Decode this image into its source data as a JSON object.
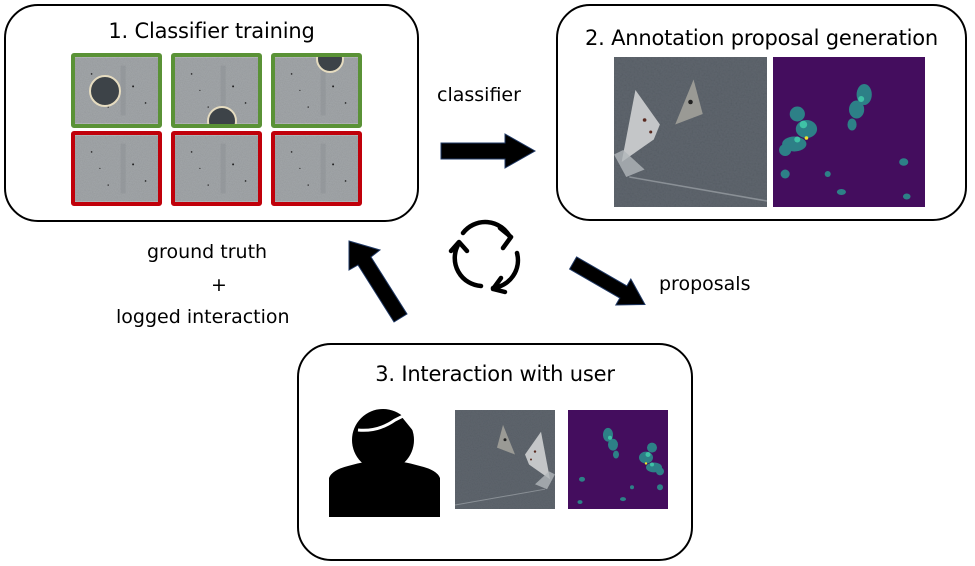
{
  "boxes": {
    "training": {
      "title": "1. Classifier training"
    },
    "proposal": {
      "title": "2. Annotation proposal generation"
    },
    "interaction": {
      "title": "3. Interaction with user"
    }
  },
  "edges": {
    "classifier": {
      "label": "classifier"
    },
    "proposals": {
      "label": "proposals"
    },
    "feedback": {
      "line1": "ground truth",
      "line2": "+",
      "line3": "logged interaction"
    }
  },
  "training_tiles": {
    "positive_color": "#5a9236",
    "negative_color": "#c0000a",
    "positive": [
      {
        "content": "concrete-with-circular-defect"
      },
      {
        "content": "concrete-with-circular-defect"
      },
      {
        "content": "concrete-with-circular-defect"
      }
    ],
    "negative": [
      {
        "content": "plain-concrete"
      },
      {
        "content": "plain-concrete"
      },
      {
        "content": "plain-concrete"
      }
    ]
  },
  "images": {
    "photo": "concrete-surface-with-spalling",
    "heatmap": "viridis-probability-heatmap"
  },
  "colors": {
    "heatmap_bg": "#440d5e",
    "heatmap_mid": "#2a9a8c",
    "heatmap_high": "#f0e62a",
    "concrete": "#a2a6aa",
    "dark_concrete": "#5d646b"
  },
  "icons": {
    "cycle": "refresh-cycle-icon",
    "user": "user-silhouette-icon"
  }
}
